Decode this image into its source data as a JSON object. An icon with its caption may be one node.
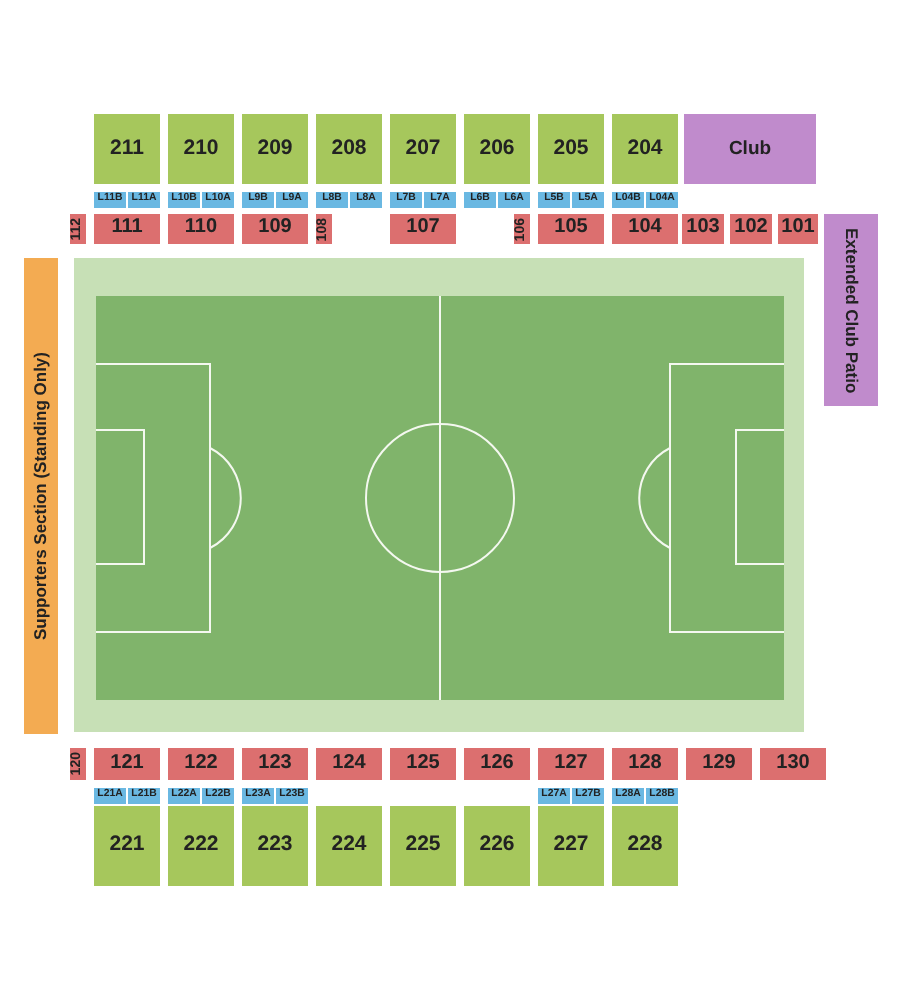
{
  "diagram": {
    "nodes": [
      {
        "text": [
          "211"
        ]
      },
      {
        "text": [
          "210"
        ]
      },
      {
        "text": [
          "209"
        ]
      },
      {
        "text": [
          "208"
        ]
      },
      {
        "text": [
          "207"
        ]
      },
      {
        "text": [
          "206"
        ]
      },
      {
        "text": [
          "205"
        ]
      },
      {
        "text": [
          "204"
        ]
      },
      {
        "text": [
          "Club"
        ]
      },
      {
        "text": [
          "L11B"
        ]
      },
      {
        "text": [
          "L11A"
        ]
      },
      {
        "text": [
          "L10B"
        ]
      },
      {
        "text": [
          "L10A"
        ]
      },
      {
        "text": [
          "L9B"
        ]
      },
      {
        "text": [
          "L9A"
        ]
      },
      {
        "text": [
          "L8B"
        ]
      },
      {
        "text": [
          "L8A"
        ]
      },
      {
        "text": [
          "L7B"
        ]
      },
      {
        "text": [
          "L7A"
        ]
      },
      {
        "text": [
          "L6B"
        ]
      },
      {
        "text": [
          "L6A"
        ]
      },
      {
        "text": [
          "L5B"
        ]
      },
      {
        "text": [
          "L5A"
        ]
      },
      {
        "text": [
          "L04B"
        ]
      },
      {
        "text": [
          "L04A"
        ]
      },
      {
        "text": [
          "112"
        ]
      },
      {
        "text": [
          "111"
        ]
      },
      {
        "text": [
          "110"
        ]
      },
      {
        "text": [
          "109"
        ]
      },
      {
        "text": [
          "108"
        ]
      },
      {
        "text": [
          "107"
        ]
      },
      {
        "text": [
          "106"
        ]
      },
      {
        "text": [
          "105"
        ]
      },
      {
        "text": [
          "104"
        ]
      },
      {
        "text": [
          "103"
        ]
      },
      {
        "text": [
          "102"
        ]
      },
      {
        "text": [
          "101"
        ]
      },
      {
        "text": [
          "Extended Club Patio"
        ]
      },
      {
        "text": [
          "Supporters Section (Standing Only)"
        ]
      },
      {
        "text": [
          "120"
        ]
      },
      {
        "text": [
          "121"
        ]
      },
      {
        "text": [
          "122"
        ]
      },
      {
        "text": [
          "123"
        ]
      },
      {
        "text": [
          "124"
        ]
      },
      {
        "text": [
          "125"
        ]
      },
      {
        "text": [
          "126"
        ]
      },
      {
        "text": [
          "127"
        ]
      },
      {
        "text": [
          "128"
        ]
      },
      {
        "text": [
          "129"
        ]
      },
      {
        "text": [
          "130"
        ]
      },
      {
        "text": [
          "L21A"
        ]
      },
      {
        "text": [
          "L21B"
        ]
      },
      {
        "text": [
          "L22A"
        ]
      },
      {
        "text": [
          "L22B"
        ]
      },
      {
        "text": [
          "L23A"
        ]
      },
      {
        "text": [
          "L23B"
        ]
      },
      {
        "text": [
          "L27A"
        ]
      },
      {
        "text": [
          "L27B"
        ]
      },
      {
        "text": [
          "L28A"
        ]
      },
      {
        "text": [
          "L28B"
        ]
      },
      {
        "text": [
          "221"
        ]
      },
      {
        "text": [
          "222"
        ]
      },
      {
        "text": [
          "223"
        ]
      },
      {
        "text": [
          "224"
        ]
      },
      {
        "text": [
          "225"
        ]
      },
      {
        "text": [
          "226"
        ]
      },
      {
        "text": [
          "227"
        ]
      },
      {
        "text": [
          "228"
        ]
      }
    ]
  }
}
